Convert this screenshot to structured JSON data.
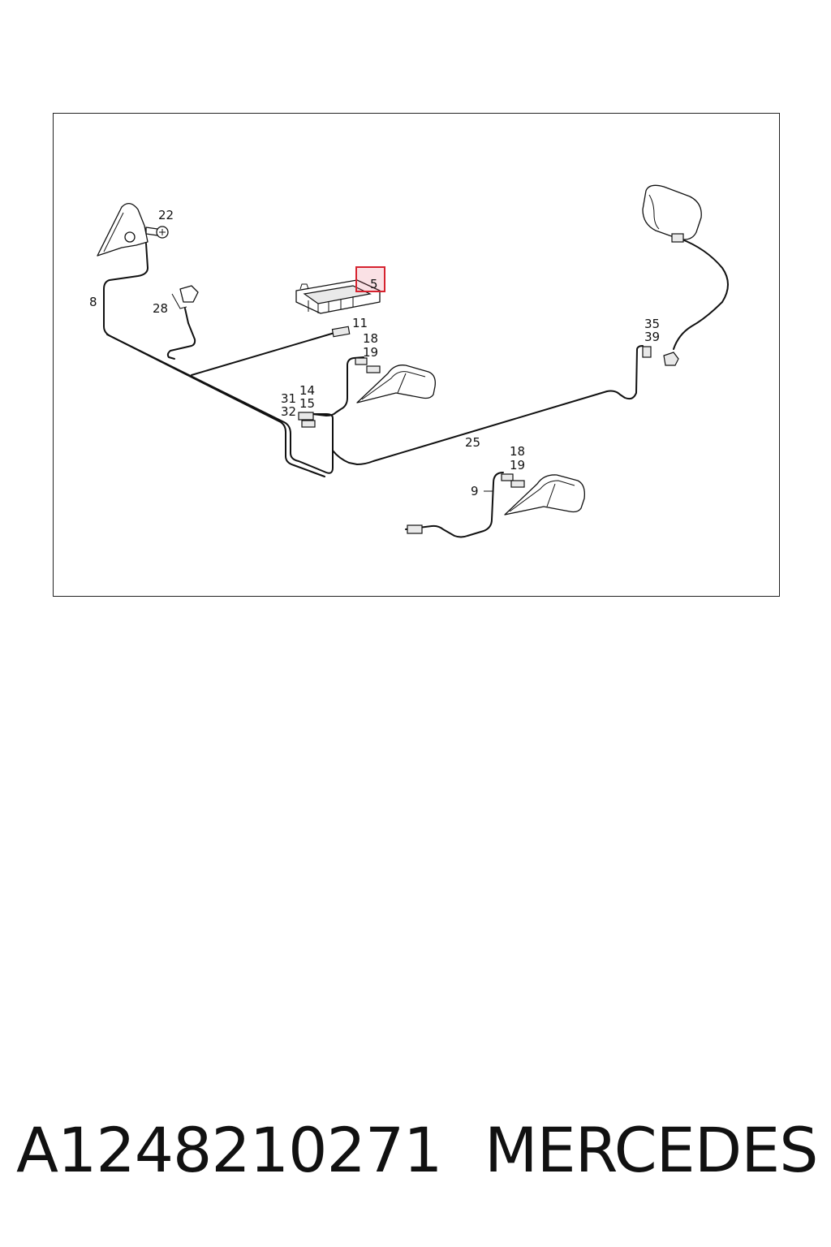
{
  "callouts": {
    "c22": "22",
    "c8": "8",
    "c28": "28",
    "c5": "5",
    "c11": "11",
    "c18a": "18",
    "c19a": "19",
    "c14": "14",
    "c15": "15",
    "c31": "31",
    "c32": "32",
    "c35": "35",
    "c39": "39",
    "c25": "25",
    "c18b": "18",
    "c19b": "19",
    "c9": "9"
  },
  "highlighted_part": "5",
  "caption": {
    "part_number": "A1248210271",
    "brand": "MERCEDES"
  },
  "colors": {
    "line": "#111111",
    "highlight": "#d6232f"
  }
}
